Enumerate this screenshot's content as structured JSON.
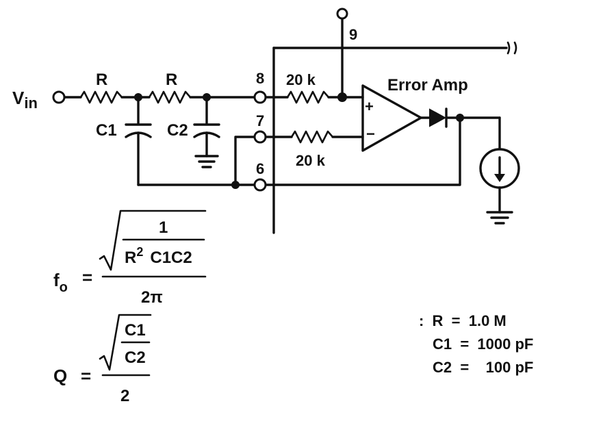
{
  "circuit": {
    "vin_label": "V",
    "vin_sub": "in",
    "r1_label": "R",
    "r2_label": "R",
    "c1_label": "C1",
    "c2_label": "C2",
    "pins": {
      "p9": "9",
      "p8": "8",
      "p7": "7",
      "p6": "6"
    },
    "r_top_label": "20 k",
    "r_bot_label": "20 k",
    "amp_label": "Error Amp",
    "plus_sign": "+",
    "minus_sign": "−"
  },
  "formulas": {
    "fo": {
      "lhs_main": "f",
      "lhs_sub": "o",
      "eq": "=",
      "num_num": "1",
      "num_den_r": "R",
      "num_den_exp": "2",
      "num_den_rest": "C1C2",
      "den": "2π"
    },
    "q": {
      "lhs": "Q",
      "eq": "=",
      "num_num": "C1",
      "num_den": "C2",
      "den": "2"
    }
  },
  "values": {
    "row1": ":  R  =  1.0 M",
    "row2": "C1  =  1000 pF",
    "row3": "C2  =    100 pF"
  }
}
